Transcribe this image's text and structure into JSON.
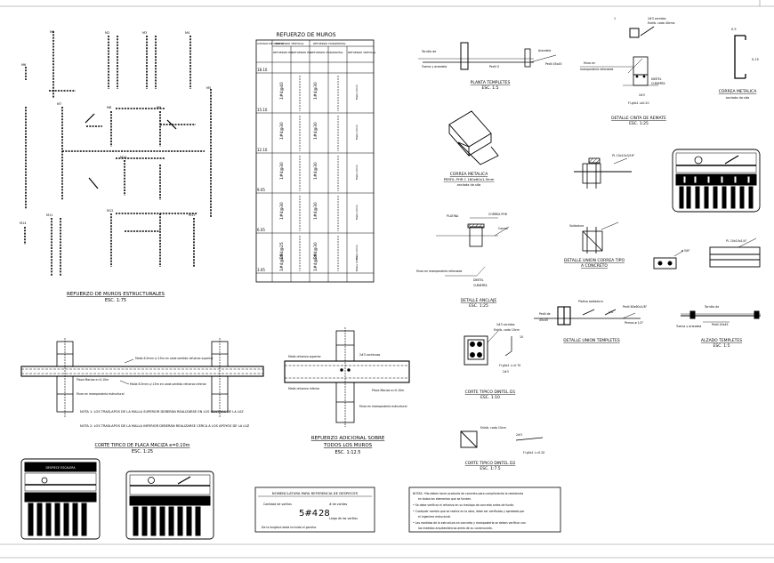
{
  "sheet": {
    "walls_title": "REFUERZO DE MUROS ESTRUCTURALES",
    "walls_scale": "ESC. 1:75",
    "table_title": "REFUERZO DE MUROS",
    "table": {
      "col_wall": "CÓDIGO DE MUROS",
      "col_vertical": "REFUERZO VERTICAL",
      "col_horizontal": "REFUERZO HORIZONTAL",
      "sub_headers": [
        "REFUERZO EN",
        "REFUERZO EN",
        "REFUERZO HORIZONTAL",
        "REFUERZO VERTICAL"
      ],
      "row_levels": [
        "18.10",
        "15.10",
        "12.10",
        "9.05",
        "6.05",
        "3.05"
      ],
      "vals_a": [
        "1#4@40",
        "1#4@30",
        "1#4@30",
        "1#4@30",
        "1#4@25",
        "1#4@25"
      ],
      "vals_b": [
        "1#4@30",
        "1#4@30",
        "1#4@30",
        "1#4@30",
        "1#4@30",
        "1#4@20"
      ],
      "vals_c": [
        "Malla 6mm",
        "Malla 6mm",
        "Malla 6mm",
        "Malla 6mm",
        "Malla 6mm",
        "Malla 6mm"
      ]
    },
    "planta_templetes": {
      "title": "PLANTA TEMPLETES",
      "scale": "ESC. 1:5"
    },
    "cinta_remate": {
      "title": "DETALLE CINTA DE REMATE",
      "scale": "ESC. 1:25"
    },
    "correa_metalica_c": {
      "title": "CORREA METALICA",
      "note": "anclada da sita"
    },
    "correa_metalica_perfil": {
      "title": "CORREA METALICA",
      "sub": "PERFIL PHR C 160x60x1.5mm",
      "sub2": "anclada da sita"
    },
    "anclaje": {
      "title": "DETALLE ANCLAJE",
      "scale": "ESC. 1:25",
      "label_pernos": "PLATINA",
      "label_correa": "CORREA PHR",
      "label_dintel": "DINTEL CUBIERTA",
      "label_muro": "Muro en mampostería reforzada"
    },
    "union_correa": {
      "title": "DETALLE UNION CORREA TIPO",
      "sub": "A CONCRETO"
    },
    "union_templetes": {
      "title": "DETALLE UNION TEMPLETES"
    },
    "alzado_templetes": {
      "title": "ALZADO TEMPLETES",
      "scale": "ESC. 1:5"
    },
    "placa": {
      "title": "CORTE TIPICO DE PLACA MACIZA e=0.10m",
      "scale": "ESC. 1:25",
      "note1": "NOTA 1: LOS TRASLAPOS DE LA MALLA SUPERIOR DEBERÁN REALIZARSE EN LOS CENTROS DE LA LUZ",
      "note2": "NOTA 2: LOS TRASLAPOS DE LA MALLA INFERIOR DEBERÁN REALIZARSE CERCA A LOS APOYOS DE LA LUZ",
      "label_malla_sup": "Malla 6.5mm c/.15m en cada sentido refuerzo superior",
      "label_malla_inf": "Malla 6.5mm c/.15m en cada sentido refuerzo inferior",
      "label_piso": "Placa Maciza e=0.10m",
      "label_muro": "Muro en mampostería estructural"
    },
    "adicional": {
      "title": "REFUERZO ADICIONAL SOBRE",
      "title2": "TODOS LOS MUROS",
      "scale": "ESC. 1:12.5",
      "label_malla_sup": "Malla refuerzo superior",
      "label_malla_inf": "Malla refuerzo inferior",
      "label_barras": "2#3 continuas",
      "label_placa": "Placa Maciza e=0.10m",
      "label_muro": "Muro en mampostería estructural"
    },
    "dintel_d1": {
      "title": "CORTE TIPICO DINTEL D1",
      "scale": "ESC. 1:10",
      "label": "2#3 corridos"
    },
    "dintel_d2": {
      "title": "CORTE TIPICO DINTEL D2",
      "scale": "ESC. 1:7.5"
    },
    "nomenclatura": {
      "title": "NOMENCLATURA PARA REFERENCIA DE DESPIECES",
      "left": "Cantidad de varillas",
      "code": "5#4",
      "code2": "28",
      "right1": "# de varillas",
      "right2": "Largo de las varillas",
      "footer": "De la longitud dada incluido el gancho"
    },
    "notes_box": {
      "title": "NOTAS:",
      "lines": [
        "NOTAS: •No deben tener producto de concreto para cumplimiento la resistencia",
        "en todas los elementos que se funden.",
        "• Se debe verificar el refuerzo en su traslapo de concreto antes de fundir.",
        "• Cualquier cambio que se realice en la obra, debe ser verificado y aprobado por",
        "el ingeniero estructural.",
        "• Las medidas de la estructura en concreto y mampostería se deben verificar con",
        "los medidas arquitectónicas antes de su construcción."
      ]
    },
    "schedule_left_title": "DESPIECE ESCALERA"
  }
}
